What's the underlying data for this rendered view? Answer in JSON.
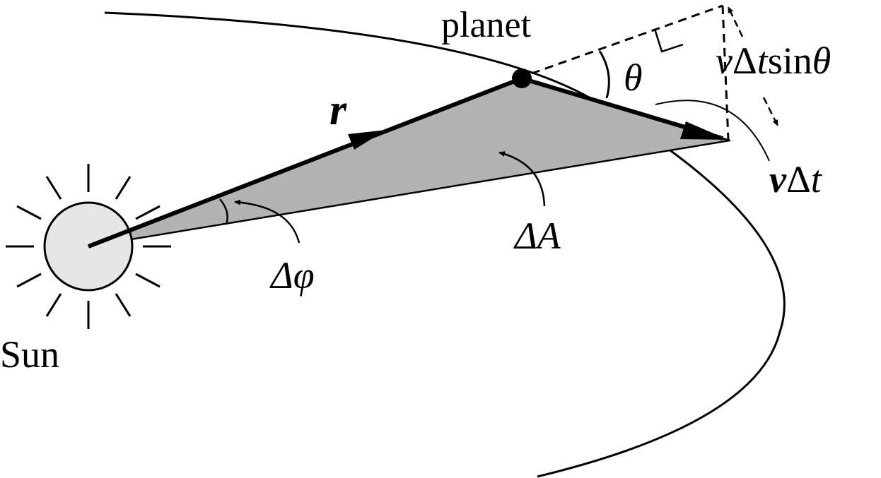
{
  "labels": {
    "planet": "planet",
    "sun": "Sun",
    "theta": "θ",
    "r": "r",
    "delta_a": "ΔA",
    "delta_phi": "Δφ",
    "v_delta_t_sin_theta": {
      "v": "v",
      "delta": "Δ",
      "t": "t",
      "sin": "sin",
      "theta": "θ"
    },
    "v_delta_t": {
      "v": "v",
      "delta": "Δ",
      "t": "t"
    }
  },
  "colors": {
    "ink": "#000000",
    "sweep_fill": "#b3b3b3",
    "sun_fill": "#e6e6e6",
    "background": "#ffffff"
  },
  "icons": {
    "sun": "sun-icon",
    "planet": "planet-dot-icon"
  }
}
